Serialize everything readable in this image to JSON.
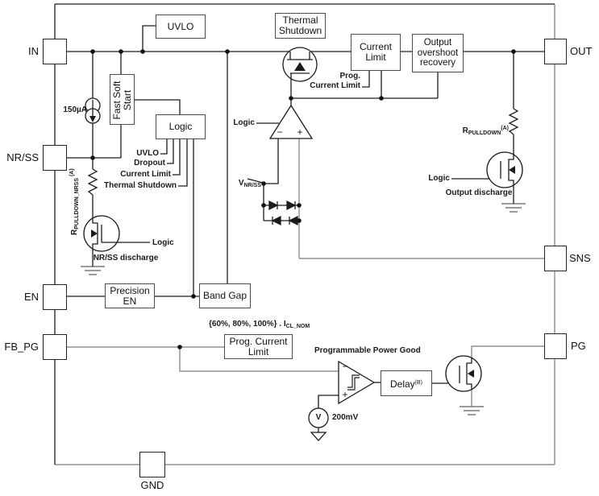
{
  "diagram": {
    "pins": {
      "in": "IN",
      "nr_ss": "NR/SS",
      "en": "EN",
      "fb_pg": "FB_PG",
      "out": "OUT",
      "sns": "SNS",
      "pg": "PG",
      "gnd": "GND"
    },
    "blocks": {
      "uvlo": "UVLO",
      "thermal_shutdown": "Thermal\nShutdown",
      "current_limit": "Current\nLimit",
      "output_overshoot_recovery": "Output\novershoot\nrecovery",
      "fast_soft_start": "Fast Soft\nStart",
      "logic": "Logic",
      "precision_en": "Precision\nEN",
      "band_gap": "Band Gap",
      "prog_current_limit": "Prog. Current\nLimit",
      "delay": {
        "base": "Delay",
        "sup": "(B)"
      }
    },
    "labels": {
      "current_source": "150µA",
      "r_pulldown_nrss": {
        "base": "R",
        "sub": "PULLDOWN_NRSS",
        "sup": " (A)"
      },
      "nrss_discharge": "NR/SS discharge",
      "logic_nrss": "Logic",
      "logic_amp": "Logic",
      "logic_output_discharge": "Logic",
      "signals": {
        "uvlo": "UVLO",
        "dropout": "Dropout",
        "current_limit": "Current Limit",
        "thermal_shutdown": "Thermal Shutdown"
      },
      "prog_cl_stub": "Prog.\nCurrent Limit",
      "v_nrss": {
        "base": "V",
        "sub": "NR/SS"
      },
      "r_pulldown_out": {
        "base": "R",
        "sub": "PULLDOWN",
        "sup": "(A)"
      },
      "output_discharge": "Output discharge",
      "cl_options": {
        "base": "{60%, 80%, 100%} . I",
        "sub": "CL_NOM"
      },
      "programmable_power_good": "Programmable Power Good",
      "vref": "200mV",
      "v_symbol": "V",
      "minus": "−",
      "plus": "+"
    }
  }
}
